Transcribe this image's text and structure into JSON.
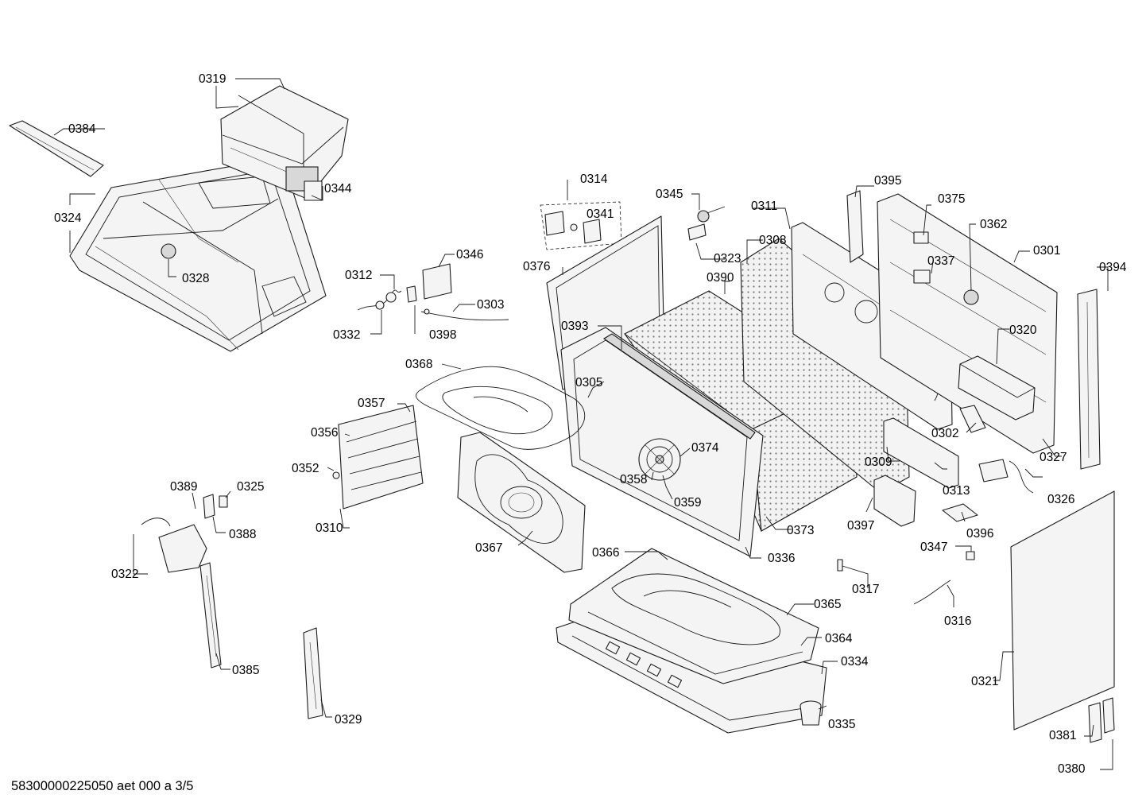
{
  "document": {
    "footer_code": "58300000225050 aet 000 a 3/5"
  },
  "labels": {
    "p0301": "0301",
    "p0302": "0302",
    "p0303": "0303",
    "p0305": "0305",
    "p0308": "0308",
    "p0309": "0309",
    "p0310": "0310",
    "p0311": "0311",
    "p0312": "0312",
    "p0313": "0313",
    "p0314": "0314",
    "p0316": "0316",
    "p0317": "0317",
    "p0319": "0319",
    "p0320": "0320",
    "p0321": "0321",
    "p0322": "0322",
    "p0323": "0323",
    "p0324": "0324",
    "p0325": "0325",
    "p0326": "0326",
    "p0327": "0327",
    "p0328": "0328",
    "p0329": "0329",
    "p0332": "0332",
    "p0334": "0334",
    "p0335": "0335",
    "p0336": "0336",
    "p0337": "0337",
    "p0341": "0341",
    "p0344": "0344",
    "p0345": "0345",
    "p0346": "0346",
    "p0347": "0347",
    "p0352": "0352",
    "p0356": "0356",
    "p0357": "0357",
    "p0358": "0358",
    "p0359": "0359",
    "p0362": "0362",
    "p0364": "0364",
    "p0365": "0365",
    "p0366": "0366",
    "p0367": "0367",
    "p0368": "0368",
    "p0373": "0373",
    "p0374": "0374",
    "p0375": "0375",
    "p0376": "0376",
    "p0380": "0380",
    "p0381": "0381",
    "p0384": "0384",
    "p0385": "0385",
    "p0388": "0388",
    "p0389": "0389",
    "p0390": "0390",
    "p0393": "0393",
    "p0394": "0394",
    "p0395": "0395",
    "p0396": "0396",
    "p0397": "0397",
    "p0398": "0398"
  }
}
